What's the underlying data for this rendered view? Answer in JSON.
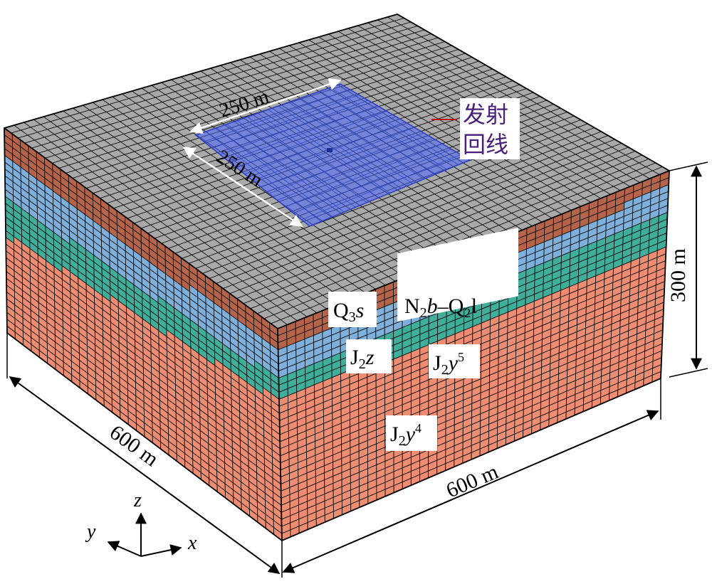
{
  "dimensions": {
    "loop_side_1": "250 m",
    "loop_side_2": "250 m",
    "height": "300 m",
    "width_left": "600 m",
    "width_right": "600 m"
  },
  "transmitter_label": {
    "line1": "发射",
    "line2": "回线"
  },
  "layers": [
    {
      "id": "q3s",
      "base": "Q",
      "sub": "3",
      "suffix": "s",
      "sup": "",
      "rest": "",
      "color": "#b5644a"
    },
    {
      "id": "n2b",
      "base": "N",
      "sub": "2",
      "suffix": "b",
      "sup": "",
      "rest": "–Q₂l",
      "color": "#b5644a"
    },
    {
      "id": "j2z",
      "base": "J",
      "sub": "2",
      "suffix": "z",
      "sup": "",
      "rest": "",
      "color": "#7fb0dc"
    },
    {
      "id": "j2y5",
      "base": "J",
      "sub": "2",
      "suffix": "y",
      "sup": "5",
      "rest": "",
      "color": "#3fae9a"
    },
    {
      "id": "j2y4",
      "base": "J",
      "sub": "2",
      "suffix": "y",
      "sup": "4",
      "rest": "",
      "color": "#ee8d72"
    }
  ],
  "axes": {
    "x": "x",
    "y": "y",
    "z": "z"
  },
  "colors": {
    "top": "#a9a9a9",
    "loop": "#4a66ff",
    "loop_edge": "#2b3fbf",
    "leader": "#c0141c"
  }
}
